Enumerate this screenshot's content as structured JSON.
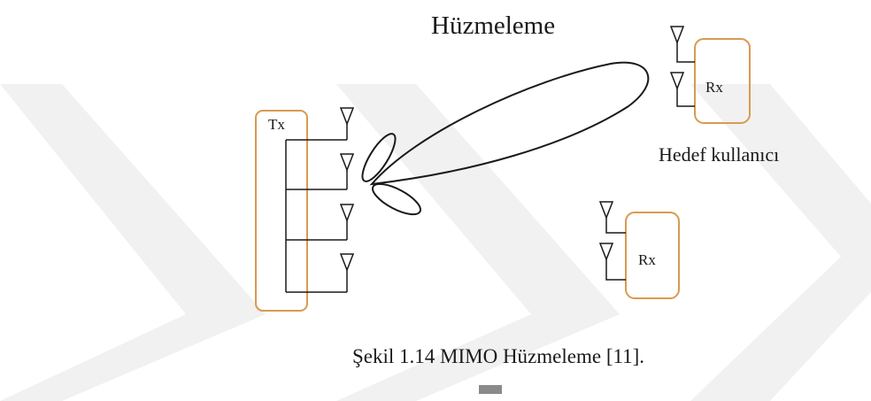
{
  "title": "Hüzmeleme",
  "transmitter": {
    "label": "Tx",
    "antenna_count": 4
  },
  "receivers": [
    {
      "label": "Rx",
      "antenna_count": 2
    },
    {
      "label": "Rx",
      "antenna_count": 2
    }
  ],
  "target_user_label": "Hedef kullanıcı",
  "caption": "Şekil 1.14 MIMO Hüzmeleme [11].",
  "colors": {
    "box_border": "#d99a50",
    "line": "#1a1a1a",
    "watermark": "#f1f1f1"
  }
}
